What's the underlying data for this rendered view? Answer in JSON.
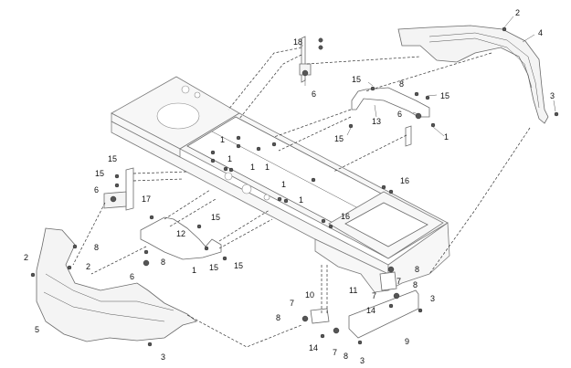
{
  "diagram": {
    "title": "Frame and Fender Assembly (exploded view)",
    "parts": [
      {
        "name": "frame",
        "label": ""
      },
      {
        "name": "fender-right",
        "label": "4"
      },
      {
        "name": "fender-left",
        "label": "5"
      },
      {
        "name": "bracket-front-18",
        "label": "18"
      },
      {
        "name": "bracket-13",
        "label": "13"
      },
      {
        "name": "bracket-17",
        "label": "17"
      },
      {
        "name": "bracket-12",
        "label": "12"
      },
      {
        "name": "bracket-10",
        "label": "10"
      },
      {
        "name": "bracket-11",
        "label": "11"
      },
      {
        "name": "plate-9",
        "label": "9"
      }
    ],
    "callouts": [
      {
        "id": "c18",
        "text": "18"
      },
      {
        "id": "c6a",
        "text": "6"
      },
      {
        "id": "c2a",
        "text": "2"
      },
      {
        "id": "c4",
        "text": "4"
      },
      {
        "id": "c3a",
        "text": "3"
      },
      {
        "id": "c15a",
        "text": "15"
      },
      {
        "id": "c8a",
        "text": "8"
      },
      {
        "id": "c15b",
        "text": "15"
      },
      {
        "id": "c13",
        "text": "13"
      },
      {
        "id": "c6b",
        "text": "6"
      },
      {
        "id": "c15c",
        "text": "15"
      },
      {
        "id": "c1a",
        "text": "1"
      },
      {
        "id": "c1b",
        "text": "1"
      },
      {
        "id": "c1c",
        "text": "1"
      },
      {
        "id": "c1d",
        "text": "1"
      },
      {
        "id": "c1e",
        "text": "1"
      },
      {
        "id": "c1f",
        "text": "1"
      },
      {
        "id": "c1g",
        "text": "1"
      },
      {
        "id": "c15d",
        "text": "15"
      },
      {
        "id": "c15e",
        "text": "15"
      },
      {
        "id": "c6c",
        "text": "6"
      },
      {
        "id": "c17",
        "text": "17"
      },
      {
        "id": "c16a",
        "text": "16"
      },
      {
        "id": "c16b",
        "text": "16"
      },
      {
        "id": "c15f",
        "text": "15"
      },
      {
        "id": "c12",
        "text": "12"
      },
      {
        "id": "c8b",
        "text": "8"
      },
      {
        "id": "c2b",
        "text": "2"
      },
      {
        "id": "c2c",
        "text": "2"
      },
      {
        "id": "c8c",
        "text": "8"
      },
      {
        "id": "c6d",
        "text": "6"
      },
      {
        "id": "c1h",
        "text": "1"
      },
      {
        "id": "c15g",
        "text": "15"
      },
      {
        "id": "c15h",
        "text": "15"
      },
      {
        "id": "c5",
        "text": "5"
      },
      {
        "id": "c3b",
        "text": "3"
      },
      {
        "id": "c8d",
        "text": "8"
      },
      {
        "id": "c7a",
        "text": "7"
      },
      {
        "id": "c11",
        "text": "11"
      },
      {
        "id": "c8e",
        "text": "8"
      },
      {
        "id": "c7b",
        "text": "7"
      },
      {
        "id": "c14a",
        "text": "14"
      },
      {
        "id": "c3c",
        "text": "3"
      },
      {
        "id": "c10",
        "text": "10"
      },
      {
        "id": "c7c",
        "text": "7"
      },
      {
        "id": "c8f",
        "text": "8"
      },
      {
        "id": "c14b",
        "text": "14"
      },
      {
        "id": "c7d",
        "text": "7"
      },
      {
        "id": "c8g",
        "text": "8"
      },
      {
        "id": "c3d",
        "text": "3"
      },
      {
        "id": "c9",
        "text": "9"
      }
    ]
  }
}
